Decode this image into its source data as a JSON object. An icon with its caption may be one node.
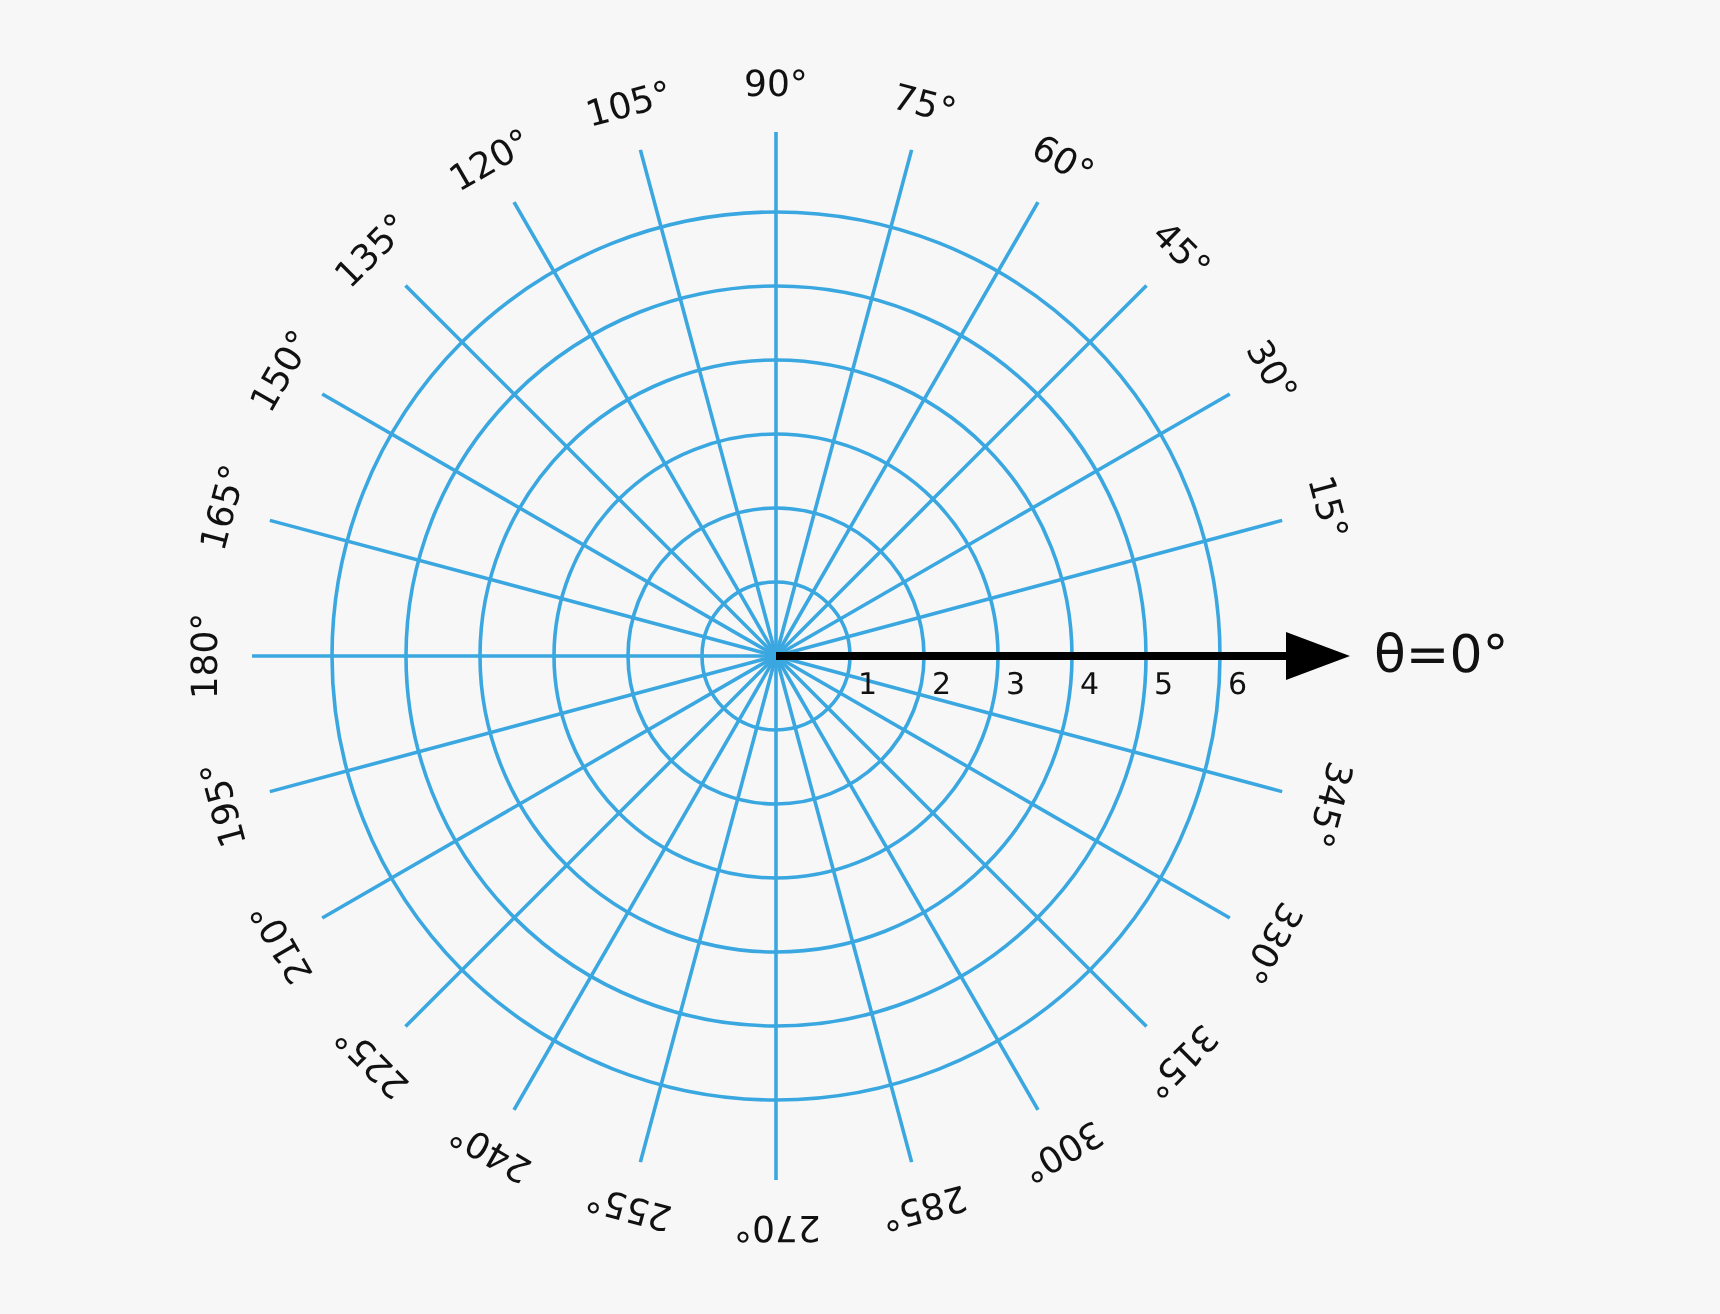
{
  "diagram": {
    "labels": [
      "θ=0°",
      "15°",
      "30°",
      "45°",
      "60°",
      "75°",
      "90°",
      "105°",
      "120°",
      "135°",
      "150°",
      "165°",
      "180°",
      "195°",
      "210°",
      "225°",
      "240°",
      "255°",
      "270°",
      "285°",
      "300°",
      "315°",
      "330°",
      "345°",
      "1",
      "2",
      "3",
      "4",
      "5",
      "6"
    ]
  }
}
